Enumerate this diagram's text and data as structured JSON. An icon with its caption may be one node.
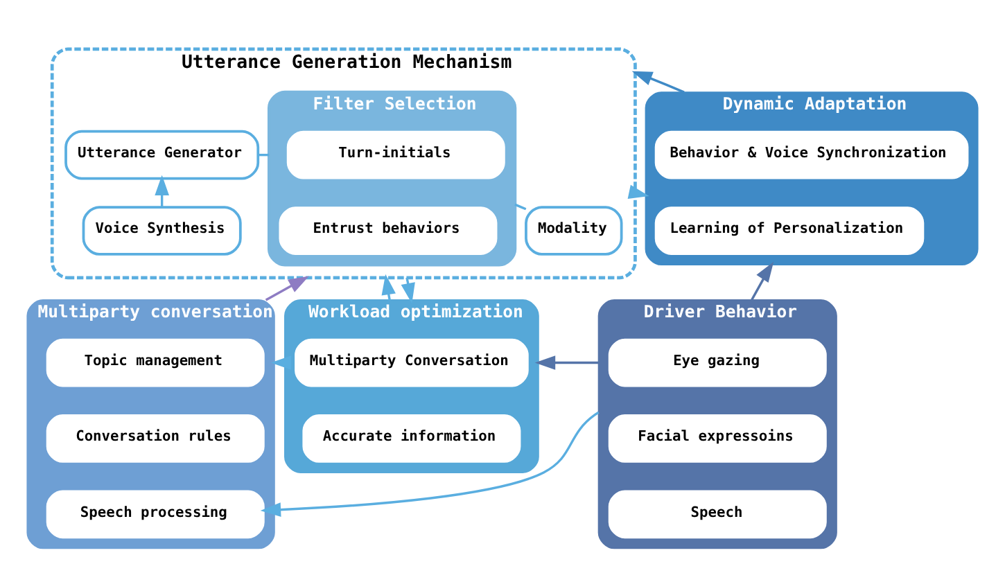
{
  "diagram": {
    "nodes": [
      {
        "text": [
          "Utterance Generation Mechanism"
        ]
      },
      {
        "text": [
          "Utterance Generator"
        ],
        "in": 0
      },
      {
        "text": [
          "Voice Synthesis"
        ],
        "in": 0
      },
      {
        "text": [
          "Modality"
        ],
        "in": 0
      },
      {
        "text": [
          "Filter Selection"
        ],
        "in": 0
      },
      {
        "text": [
          "Turn-initials"
        ],
        "in": 4
      },
      {
        "text": [
          "Entrust behaviors"
        ],
        "in": 4
      },
      {
        "text": [
          "Dynamic Adaptation"
        ]
      },
      {
        "text": [
          "Behavior & Voice Synchronization"
        ],
        "in": 7
      },
      {
        "text": [
          "Learning of Personalization"
        ],
        "in": 7
      },
      {
        "text": [
          "Multiparty conversation"
        ]
      },
      {
        "text": [
          "Topic management"
        ],
        "in": 10
      },
      {
        "text": [
          "Conversation rules"
        ],
        "in": 10
      },
      {
        "text": [
          "Speech processing"
        ],
        "in": 10
      },
      {
        "text": [
          "Workload optimization"
        ]
      },
      {
        "text": [
          "Multiparty Conversation"
        ],
        "in": 14
      },
      {
        "text": [
          "Accurate information"
        ],
        "in": 14
      },
      {
        "text": [
          "Driver Behavior"
        ]
      },
      {
        "text": [
          "Eye gazing"
        ],
        "in": 17
      },
      {
        "text": [
          "Facial expressoins"
        ],
        "in": 17
      },
      {
        "text": [
          "Speech"
        ],
        "in": 17
      }
    ],
    "edges": [
      {
        "from": 2,
        "to": 1,
        "arrow": "to"
      },
      {
        "from": 1,
        "to": 4,
        "arrow": "none"
      },
      {
        "from": 3,
        "to": 4,
        "arrow": "none"
      },
      {
        "from": 7,
        "to": 0,
        "arrow": "to",
        "color": "#3f8ac6"
      },
      {
        "from": 0,
        "to": 7,
        "arrow": "to"
      },
      {
        "from": 10,
        "to": 0,
        "arrow": "to",
        "color": "#8e7cc3"
      },
      {
        "from": 14,
        "to": 0,
        "arrow": "to"
      },
      {
        "from": 0,
        "to": 14,
        "arrow": "to"
      },
      {
        "from": 17,
        "to": 7,
        "arrow": "to",
        "color": "#5574a8"
      },
      {
        "from": 14,
        "to": 10,
        "arrow": "to"
      },
      {
        "from": 17,
        "to": 14,
        "arrow": "to",
        "color": "#5574a8"
      },
      {
        "from": 17,
        "to": 13,
        "arrow": "to"
      }
    ]
  }
}
